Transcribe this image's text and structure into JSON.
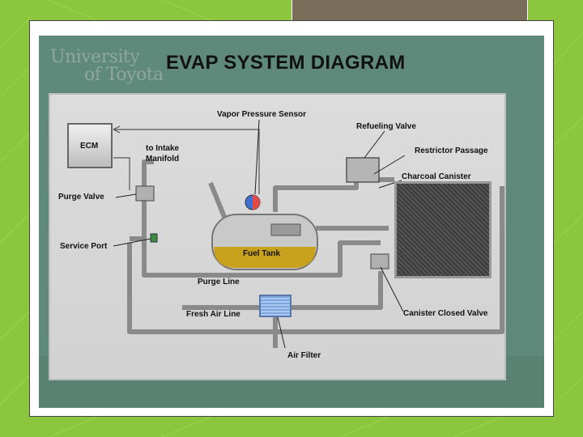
{
  "logo": {
    "line1": "University",
    "line2": "of Toyota"
  },
  "title": "EVAP SYSTEM DIAGRAM",
  "labels": {
    "ecm": "ECM",
    "to_intake_manifold_1": "to Intake",
    "to_intake_manifold_2": "Manifold",
    "vapor_pressure_sensor": "Vapor Pressure Sensor",
    "refueling_valve": "Refueling Valve",
    "restrictor_passage": "Restrictor Passage",
    "charcoal_canister": "Charcoal Canister",
    "purge_valve": "Purge Valve",
    "service_port": "Service Port",
    "fuel_tank": "Fuel Tank",
    "purge_line": "Purge Line",
    "fresh_air_line": "Fresh Air Line",
    "canister_closed_valve": "Canister Closed Valve",
    "air_filter": "Air Filter"
  },
  "colors": {
    "slide_green": "#8cc63f",
    "tab_brown": "#7a6d59",
    "photo_teal": "#5f8a7b",
    "fuel": "#c9a21d",
    "sensor_red": "#e24a4a",
    "sensor_blue": "#3f6fd1"
  }
}
